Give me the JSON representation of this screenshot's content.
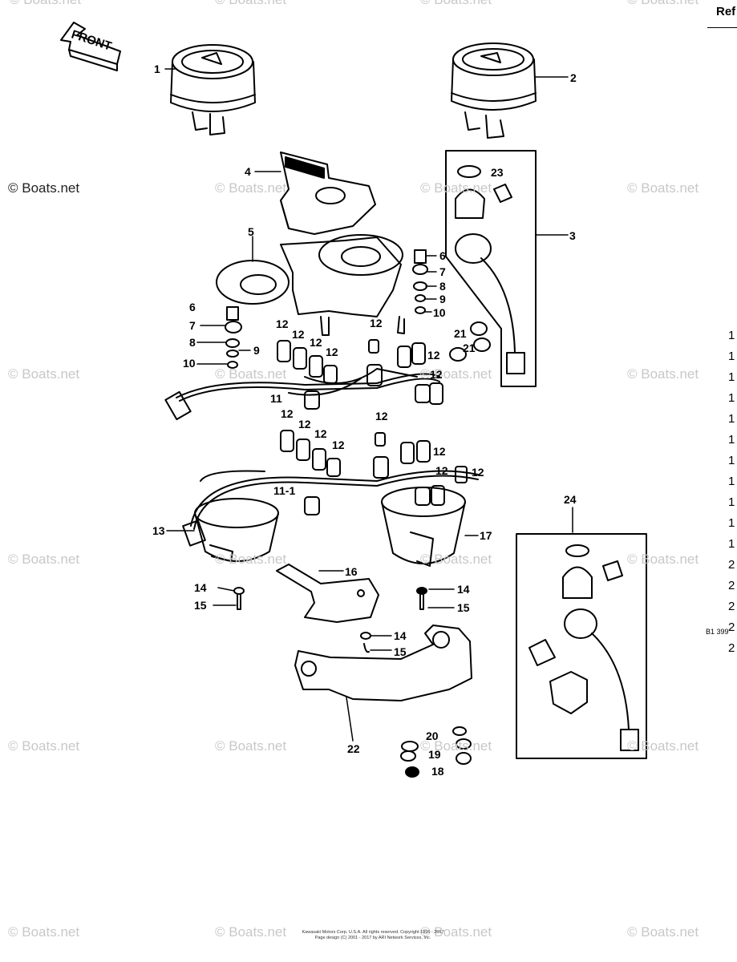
{
  "watermark": "© Boats.net",
  "front_label": "FRONT",
  "ref_header": "Ref",
  "drawing_code": "B1 399",
  "copyright_lines": [
    "Kawasaki Motors Corp. U.S.A. All rights reserved. Copyright 1996 - 2017",
    "Page design (C) 2001 - 2017 by ARI Network Services, Inc."
  ],
  "callouts": {
    "c1": "1",
    "c2": "2",
    "c3": "3",
    "c4": "4",
    "c5": "5",
    "c6a": "6",
    "c6b": "6",
    "c7a": "7",
    "c7b": "7",
    "c8a": "8",
    "c8b": "8",
    "c9a": "9",
    "c9b": "9",
    "c10a": "10",
    "c10b": "10",
    "c11": "11",
    "c11_1": "11-1",
    "c12": "12",
    "c13": "13",
    "c14": "14",
    "c15": "15",
    "c16": "16",
    "c17": "17",
    "c18": "18",
    "c19": "19",
    "c20": "20",
    "c21": "21",
    "c22": "22",
    "c23": "23",
    "c24": "24"
  },
  "side_column": [
    "1",
    "1",
    "1",
    "1",
    "1",
    "1",
    "1",
    "1",
    "1",
    "1",
    "1",
    "2",
    "2",
    "2",
    "2",
    "2"
  ]
}
